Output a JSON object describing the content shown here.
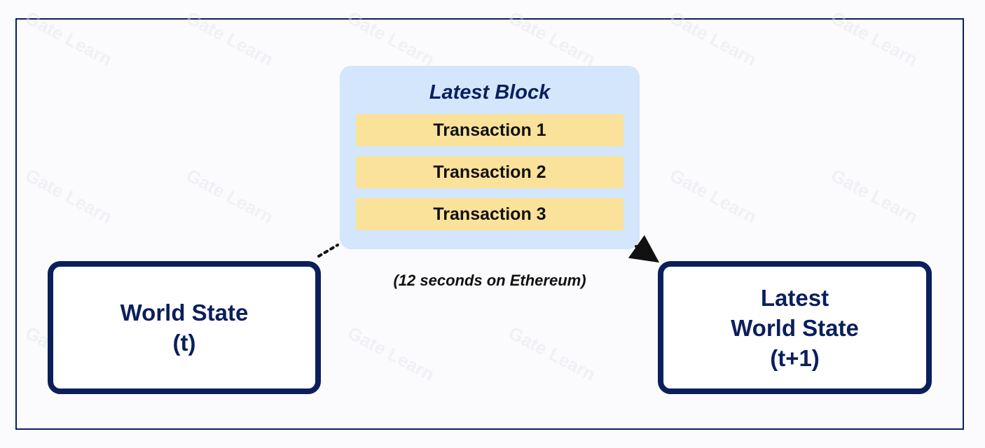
{
  "watermark": "Gate Learn",
  "block": {
    "title": "Latest Block",
    "transactions": [
      "Transaction 1",
      "Transaction 2",
      "Transaction 3"
    ]
  },
  "caption": "(12 seconds on Ethereum)",
  "left_state": {
    "line1": "World State",
    "line2": "(t)"
  },
  "right_state": {
    "line1": "Latest",
    "line2": "World State",
    "line3": "(t+1)"
  },
  "colors": {
    "navy": "#0b1f5c",
    "block_bg": "#d3e6fb",
    "transaction_bg": "#fbe29a"
  }
}
